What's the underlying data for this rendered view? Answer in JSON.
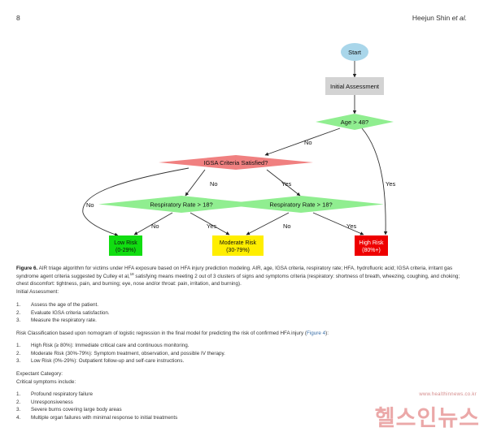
{
  "header": {
    "page_number": "8",
    "author": "Heejun Shin",
    "author_suffix": "et al."
  },
  "flowchart": {
    "start": "Start",
    "initial_assessment": "Initial Assessment",
    "age_check": "Age > 48?",
    "igsa_check": "IGSA Criteria Satisfied?",
    "rr_left": "Respiratory Rate > 18?",
    "rr_right": "Respiratory Rate > 18?",
    "edge_no_age": "No",
    "edge_yes_age": "Yes",
    "edge_no_igsa_left": "No",
    "edge_no_igsa": "No",
    "edge_yes_igsa": "Yes",
    "edge_no_rr_left": "No",
    "edge_yes_rr_left": "Yes",
    "edge_no_rr_right": "No",
    "edge_yes_rr_right": "Yes",
    "low_risk": {
      "title": "Low Risk",
      "range": "(0-29%)",
      "color": "#11dd11"
    },
    "moderate_risk": {
      "title": "Moderate Risk",
      "range": "(30-79%)",
      "color": "#ffee00"
    },
    "high_risk": {
      "title": "High Risk",
      "range": "(80%+)",
      "color": "#ee0000"
    },
    "colors": {
      "start": "#a9d6ea",
      "process": "#d3d3d3",
      "decision_green": "#90ee90",
      "decision_red": "#f08080"
    }
  },
  "caption": {
    "label": "Figure 6.",
    "text_1": "AIR triage algorithm for victims under HFA exposure based on HFA injury prediction modeling. AIR, age, IGSA criteria, respiratory rate; HFA, hydrofluoric acid; IGSA criteria, irritant gas syndrome agent criteria suggested by Culley et al,",
    "ref": "18",
    "text_2": " satisfying means meeting 2 out of 3 clusters of signs and symptoms criteria (respiratory: shortness of breath, wheezing, coughing, and choking; chest discomfort: tightness, pain, and burning; eye, nose and/or throat: pain, irritation, and burning).",
    "line_after": "Initial Assessment:"
  },
  "assessment_steps": [
    {
      "n": "1.",
      "text": "Assess the age of the patient."
    },
    {
      "n": "2.",
      "text": "Evaluate IGSA criteria satisfaction."
    },
    {
      "n": "3.",
      "text": "Measure the respiratory rate."
    }
  ],
  "risk_intro": {
    "text": "Risk Classification based upon nomogram of logistic regression in the final model for predicting the risk of confirmed HFA injury (",
    "link": "Figure 4",
    "close": "):"
  },
  "risk_items": [
    {
      "n": "1.",
      "text": "High Risk (≥ 80%): Immediate critical care and continuous monitoring."
    },
    {
      "n": "2.",
      "text": "Moderate Risk (30%-79%): Symptom treatment, observation, and possible IV therapy."
    },
    {
      "n": "3.",
      "text": "Low Risk (0%-29%): Outpatient follow-up and self-care instructions."
    }
  ],
  "expectant": {
    "heading": "Expectant Category:",
    "subheading": "Critical symptoms include:"
  },
  "critical_items": [
    {
      "n": "1.",
      "text": "Profound respiratory failure"
    },
    {
      "n": "2.",
      "text": "Unresponsiveness"
    },
    {
      "n": "3.",
      "text": "Severe burns covering large body areas"
    },
    {
      "n": "4.",
      "text": "Multiple organ failures with minimal response to initial treatments"
    }
  ],
  "watermark": {
    "url": "www.healthinnews.co.kr",
    "word": "헬스인뉴스"
  }
}
